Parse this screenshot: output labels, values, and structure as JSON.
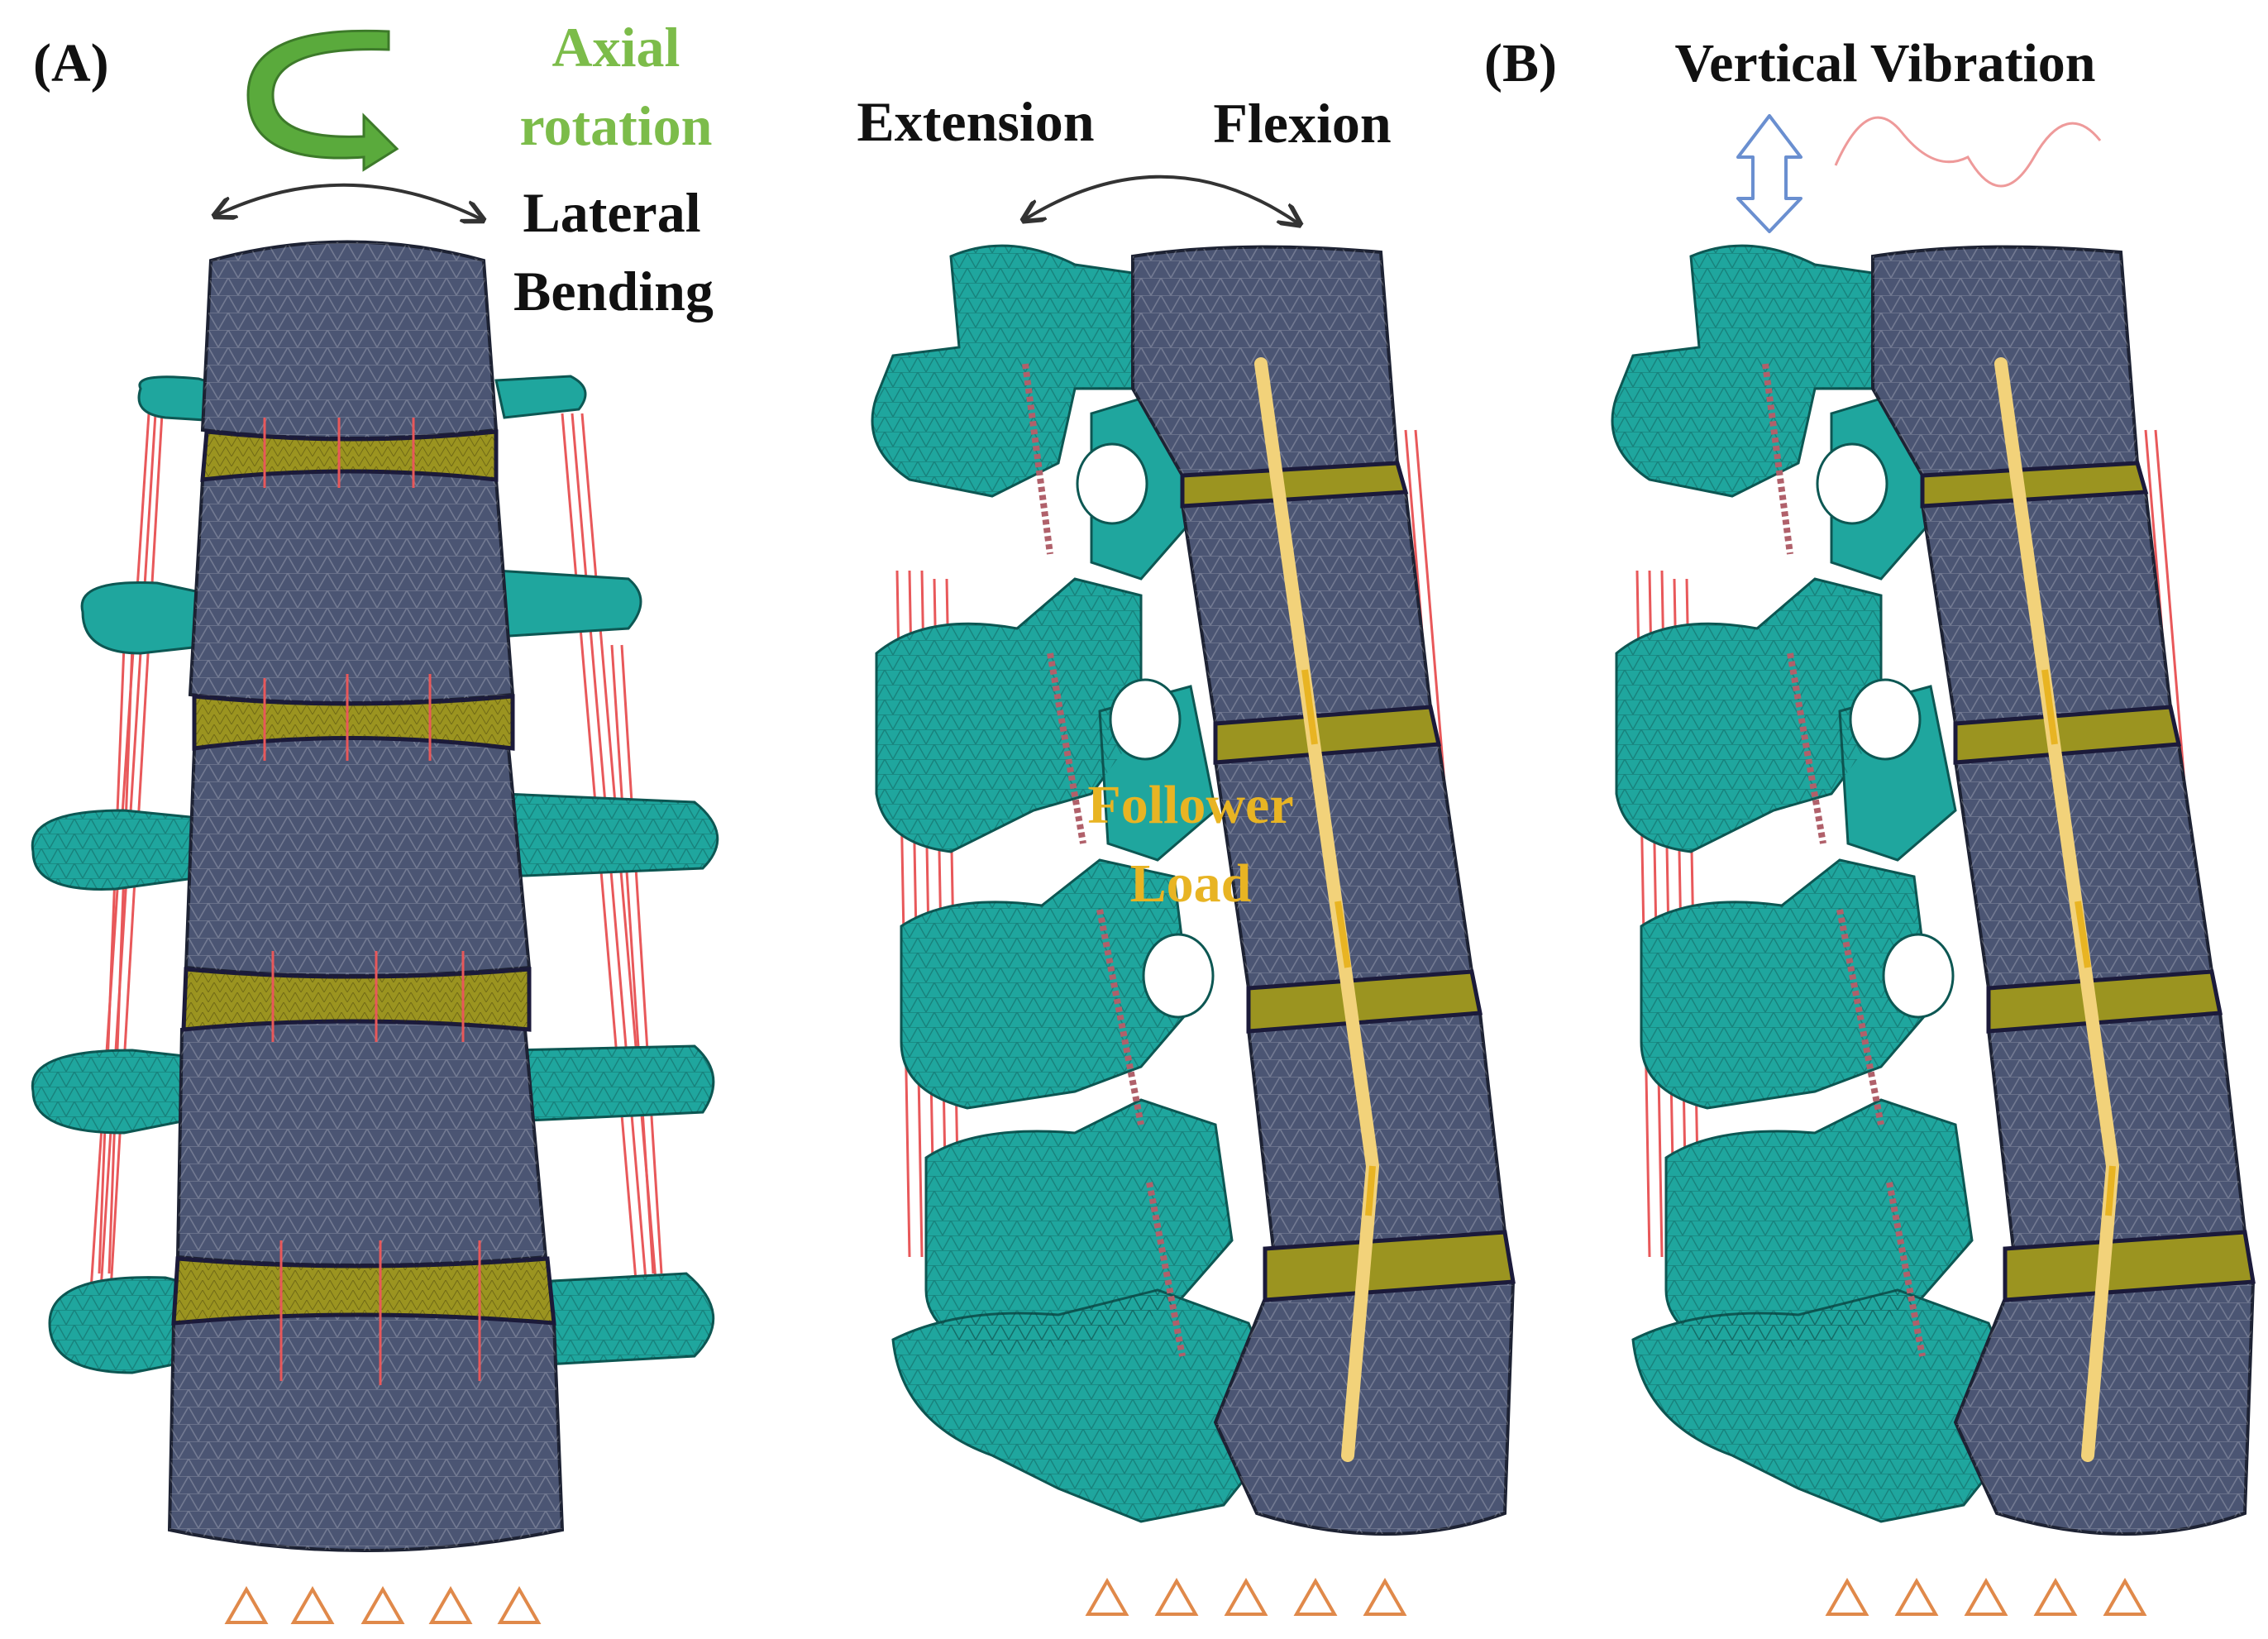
{
  "panel_a": {
    "label": "(A)",
    "axial_line1": "Axial",
    "axial_line2": "rotation",
    "lateral_line1": "Lateral",
    "lateral_line2": "Bending"
  },
  "panel_middle": {
    "extension": "Extension",
    "flexion": "Flexion",
    "follower_line1": "Follower",
    "follower_line2": "Load"
  },
  "panel_b": {
    "label": "(B)",
    "vibration": "Vertical Vibration"
  },
  "colors": {
    "bone_process": "#1fa69e",
    "vertebral_body": "#4b5573",
    "disc": "#9b9420",
    "ligament": "#e8585a",
    "follower_rod": "#f2d27a",
    "axial_arrow": "#5aaa3c",
    "axial_text": "#7cbc4a",
    "follower_text": "#e8b423",
    "support_triangle": "#e0894a",
    "vibration_arrow": "#6a8fd0",
    "vibration_wave": "#ee9a9a",
    "text": "#111111"
  }
}
